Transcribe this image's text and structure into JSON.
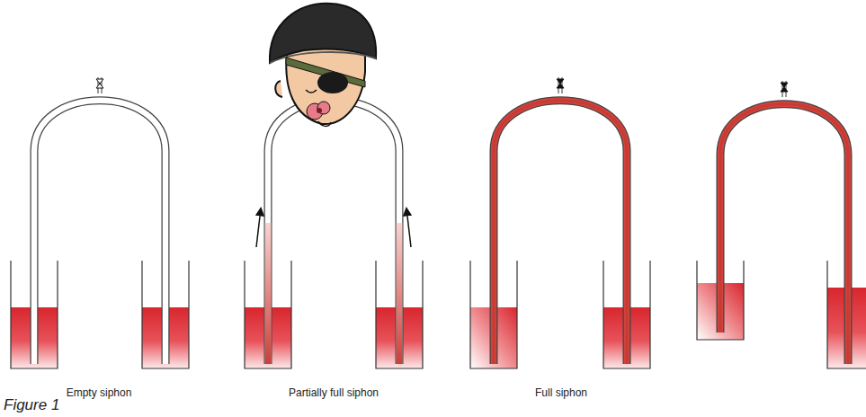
{
  "diagram": {
    "caption": "Figure 1",
    "labels": [
      "Empty siphon",
      "Partially full siphon",
      "Full siphon"
    ]
  }
}
